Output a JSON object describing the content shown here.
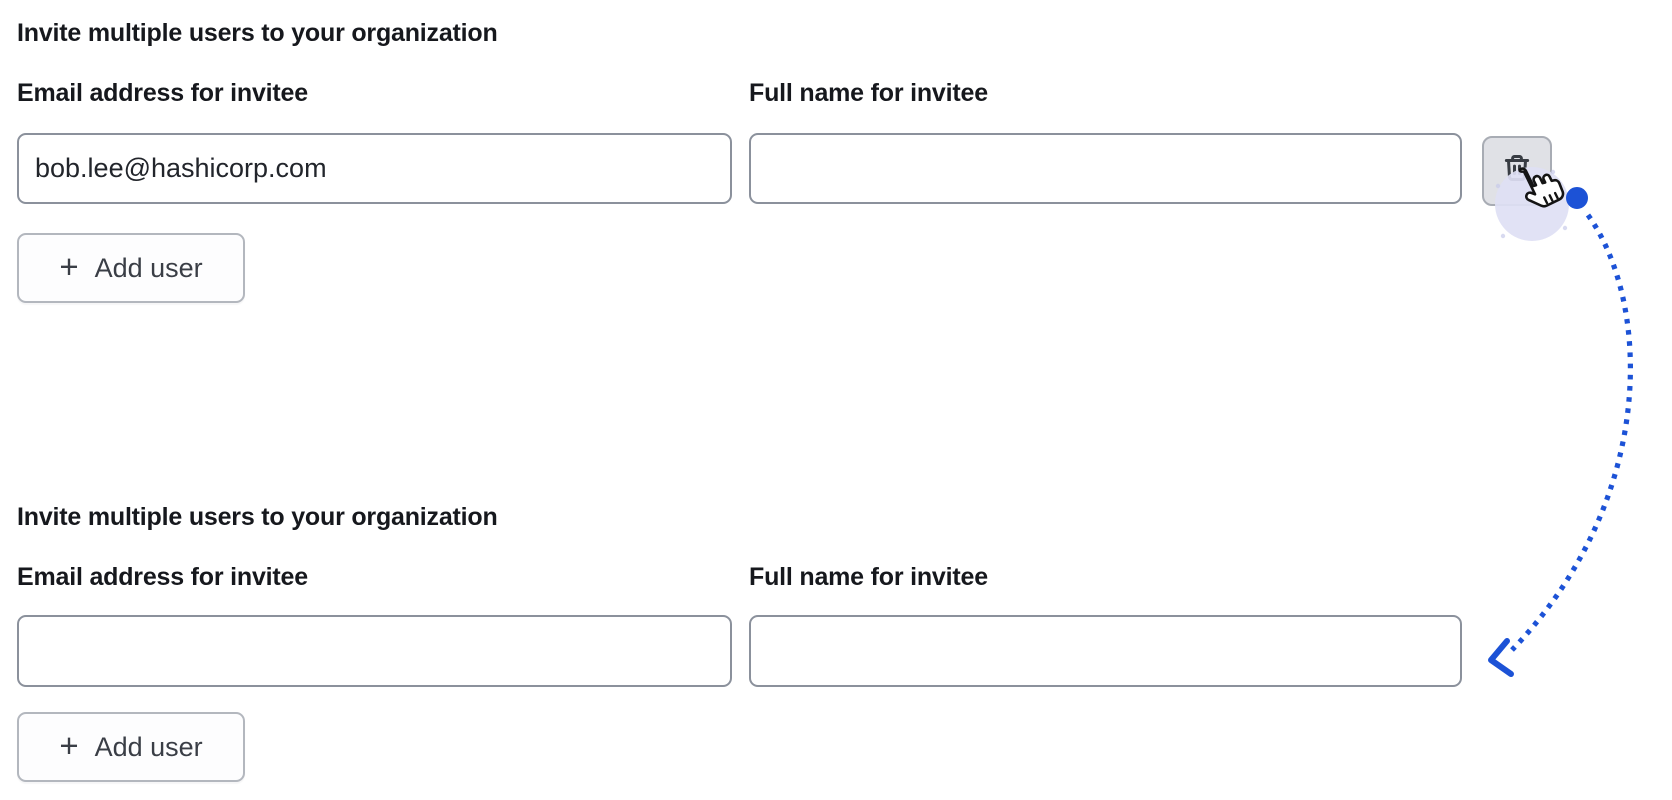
{
  "colors": {
    "accent_blue": "#1c52d6",
    "text_primary": "#16181d",
    "input_text": "#22252b",
    "input_border": "#8b919c",
    "button_border": "#b3b7be",
    "button_text": "#3a3e46",
    "trash_button_bg": "#e0e1e6",
    "trash_button_border": "#a8acb4",
    "cursor_halo": "#dee0f4"
  },
  "icons": {
    "plus_glyph": "+"
  },
  "sections": [
    {
      "heading": "Invite multiple users to your organization",
      "email_field": {
        "label": "Email address for invitee",
        "value": "bob.lee@hashicorp.com"
      },
      "name_field": {
        "label": "Full name for invitee",
        "value": ""
      },
      "add_user_label": "Add user"
    },
    {
      "heading": "Invite multiple users to your organization",
      "email_field": {
        "label": "Email address for invitee",
        "value": ""
      },
      "name_field": {
        "label": "Full name for invitee",
        "value": ""
      },
      "add_user_label": "Add user"
    }
  ]
}
